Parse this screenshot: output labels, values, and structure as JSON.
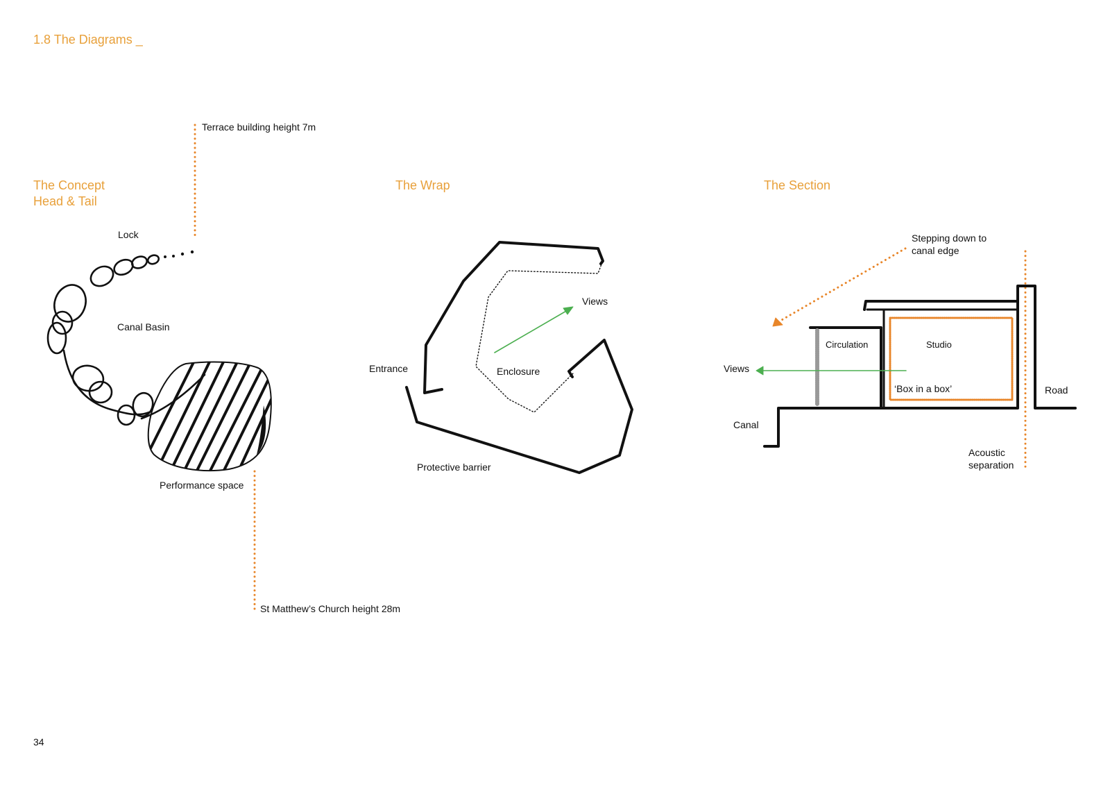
{
  "page": {
    "title": "1.8 The Diagrams _",
    "page_number": "34"
  },
  "colors": {
    "heading": "#e8a03a",
    "leader": "#e8862a",
    "arrow_views": "#4caf50",
    "ink": "#111111"
  },
  "concept": {
    "title_line1": "The Concept",
    "title_line2": "Head & Tail",
    "labels": {
      "terrace": "Terrace building height 7m",
      "lock": "Lock",
      "canal_basin": "Canal Basin",
      "performance": "Performance space",
      "church": "St Matthew’s Church height 28m"
    }
  },
  "wrap": {
    "title": "The Wrap",
    "labels": {
      "views": "Views",
      "entrance": "Entrance",
      "enclosure": "Enclosure",
      "barrier": "Protective barrier"
    }
  },
  "section": {
    "title": "The Section",
    "labels": {
      "stepping_line1": "Stepping down to",
      "stepping_line2": "canal edge",
      "circulation": "Circulation",
      "studio": "Studio",
      "views": "Views",
      "box": "‘Box in a box’",
      "road": "Road",
      "canal": "Canal",
      "acoustic_line1": "Acoustic",
      "acoustic_line2": "separation"
    }
  }
}
